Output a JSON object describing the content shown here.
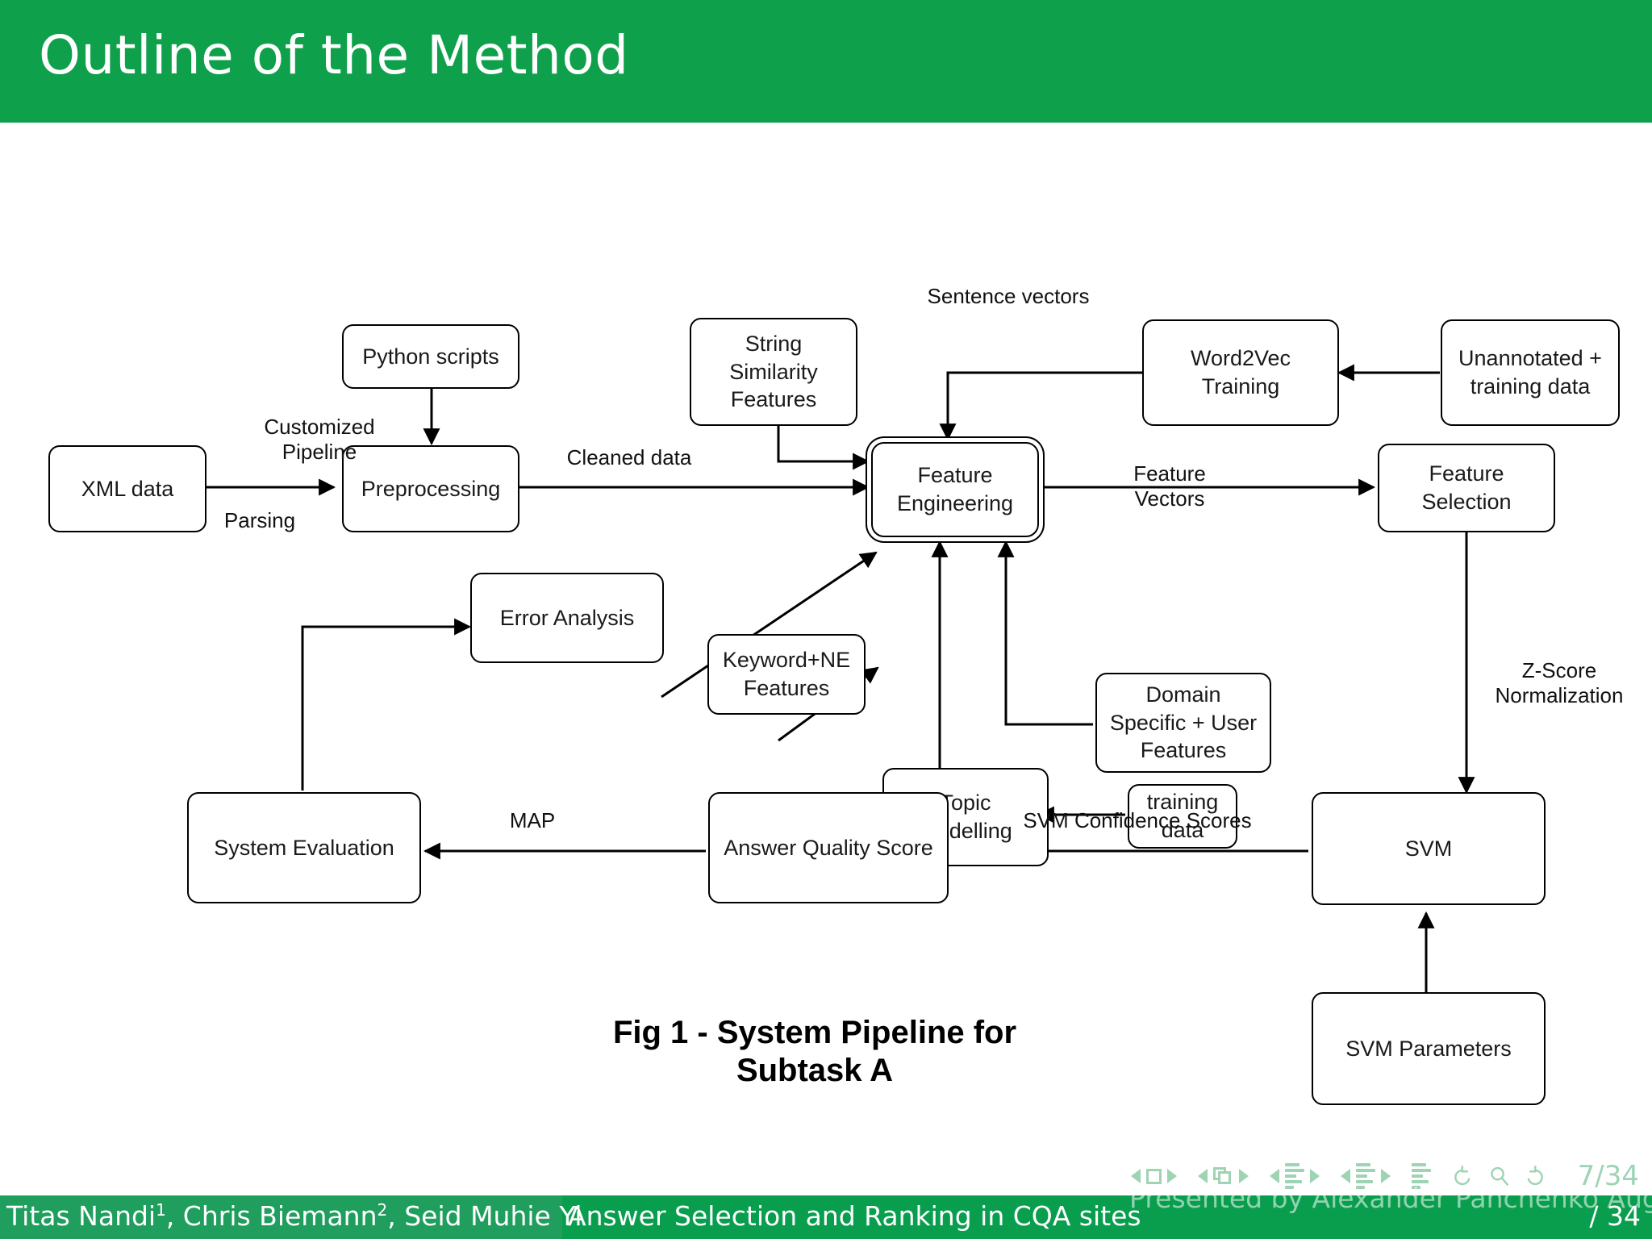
{
  "slide": {
    "title": "Outline of the Method",
    "title_bar_color": "#0fa04b",
    "page_counter": "7/34"
  },
  "figure": {
    "caption_line1": "Fig 1 - System Pipeline for",
    "caption_line2": "Subtask A",
    "nodes": [
      {
        "id": "xml-data",
        "label": "XML data"
      },
      {
        "id": "python-scripts",
        "label": "Python scripts"
      },
      {
        "id": "preprocessing",
        "label": "Preprocessing"
      },
      {
        "id": "string-similarity",
        "label": "String\nSimilarity\nFeatures"
      },
      {
        "id": "word2vec",
        "label": "Word2Vec\nTraining"
      },
      {
        "id": "unannotated",
        "label": "Unannotated +\ntraining data"
      },
      {
        "id": "feature-engineering",
        "label": "Feature\nEngineering"
      },
      {
        "id": "feature-selection",
        "label": "Feature\nSelection"
      },
      {
        "id": "error-analysis",
        "label": "Error Analysis"
      },
      {
        "id": "keyword-ne",
        "label": "Keyword+NE\nFeatures"
      },
      {
        "id": "topic-modelling",
        "label": "Topic Modelling"
      },
      {
        "id": "domain-specific",
        "label": "Domain\nSpecific + User\nFeatures"
      },
      {
        "id": "training-data",
        "label": "training\ndata"
      },
      {
        "id": "system-evaluation",
        "label": "System Evaluation"
      },
      {
        "id": "answer-quality",
        "label": "Answer Quality Score"
      },
      {
        "id": "svm",
        "label": "SVM"
      },
      {
        "id": "svm-parameters",
        "label": "SVM Parameters"
      }
    ],
    "edge_labels": [
      {
        "id": "customized-pipeline",
        "text": "Customized\nPipeline"
      },
      {
        "id": "parsing",
        "text": "Parsing"
      },
      {
        "id": "cleaned-data",
        "text": "Cleaned data"
      },
      {
        "id": "sentence-vectors",
        "text": "Sentence vectors"
      },
      {
        "id": "feature-vectors",
        "text": "Feature\nVectors"
      },
      {
        "id": "z-score",
        "text": "Z-Score\nNormalization"
      },
      {
        "id": "map",
        "text": "MAP"
      },
      {
        "id": "svm-confidence",
        "text": "SVM Confidence Scores"
      }
    ]
  },
  "footer": {
    "authors": "Titas Nandi",
    "authors_sup1": "1",
    "authors_mid": ", Chris Biemann",
    "authors_sup2": "2",
    "authors_tail": ", Seid Muhie Yi",
    "short_title": "Answer Selection and Ranking in CQA sites",
    "page": "/ 34",
    "hidden_line": "Presented by Alexander Panchenko      August"
  }
}
